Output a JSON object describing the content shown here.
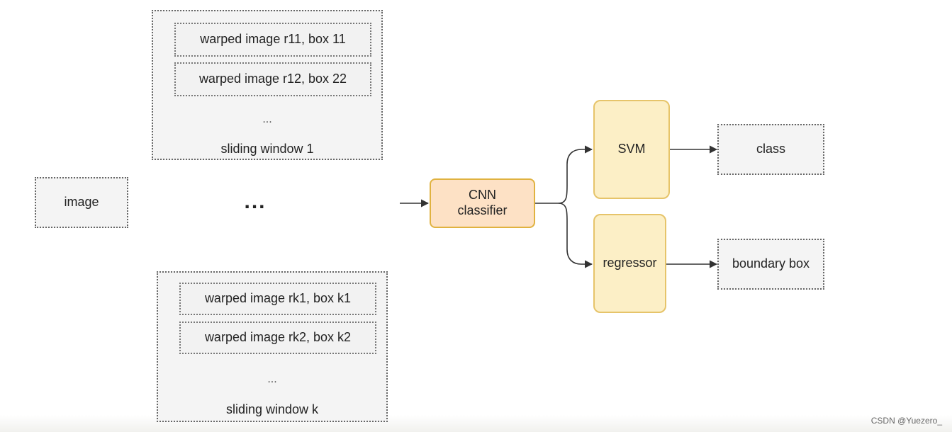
{
  "nodes": {
    "image": "image",
    "ellipsis": "...",
    "cnn_line1": "CNN",
    "cnn_line2": "classifier",
    "svm": "SVM",
    "regressor": "regressor",
    "class": "class",
    "boundary_box": "boundary box"
  },
  "window_1": {
    "items": [
      "warped image r11, box 11",
      "warped image r12, box 22"
    ],
    "ellipsis": "...",
    "label": "sliding window 1"
  },
  "window_k": {
    "items": [
      "warped image rk1, box k1",
      "warped image rk2, box k2"
    ],
    "ellipsis": "...",
    "label": "sliding window k"
  },
  "watermark": "CSDN @Yuezero_",
  "colors": {
    "dotted_border": "#666666",
    "box_fill": "#f4f4f4",
    "cnn_fill": "#fde1c5",
    "cnn_border": "#e0b240",
    "block_fill": "#fcefc6",
    "block_border": "#e6c46a",
    "edge": "#333333"
  }
}
